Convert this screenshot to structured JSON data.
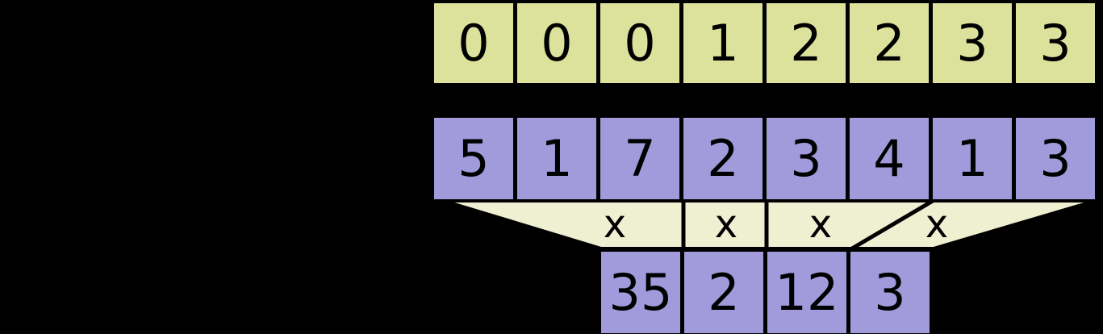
{
  "diagram": {
    "background_color": "#000000",
    "text_color": "#000000",
    "segment_row": {
      "color": "#dce29b",
      "cells": [
        "0",
        "0",
        "0",
        "1",
        "2",
        "2",
        "3",
        "3"
      ]
    },
    "value_row": {
      "color": "#a19adb",
      "cells": [
        "5",
        "1",
        "7",
        "2",
        "3",
        "4",
        "1",
        "3"
      ]
    },
    "funnel": {
      "color": "#efefd2",
      "operators": [
        "x",
        "x",
        "x",
        "x"
      ]
    },
    "result_row": {
      "color": "#a19adb",
      "cells": [
        "35",
        "2",
        "12",
        "3"
      ]
    }
  }
}
